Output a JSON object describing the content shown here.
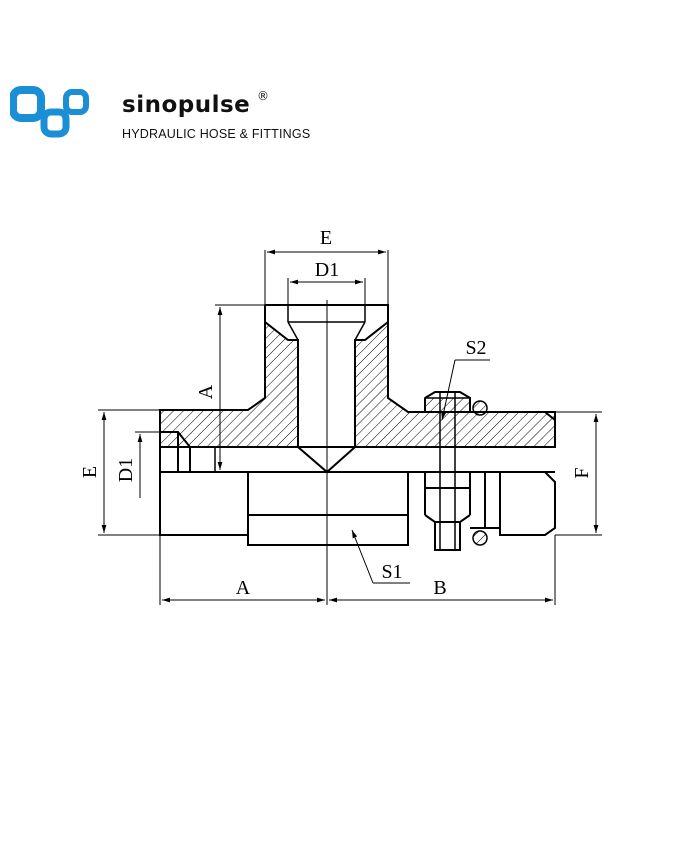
{
  "brand": {
    "name": "sinopulse",
    "registered": "®",
    "tagline": "HYDRAULIC HOSE & FITTINGS",
    "logo_color": "#1a8fd6"
  },
  "drawing": {
    "labels": {
      "E_top": "E",
      "D1_top": "D1",
      "S2": "S2",
      "A_vert": "A",
      "E_left": "E",
      "D1_left": "D1",
      "F_right": "F",
      "S1": "S1",
      "A_bottom": "A",
      "B_bottom": "B"
    }
  }
}
